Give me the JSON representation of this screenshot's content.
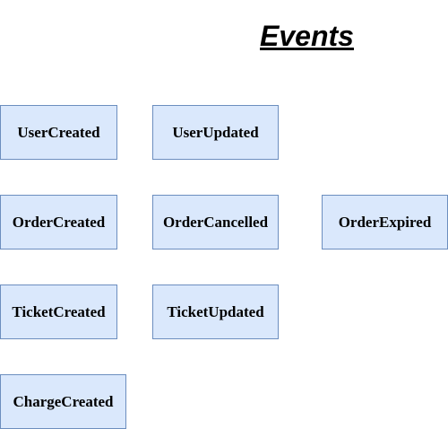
{
  "title": "Events",
  "colors": {
    "box_fill": "#dae8fc",
    "box_border": "#6c8ebf",
    "text": "#000000"
  },
  "events": [
    "UserCreated",
    "UserUpdated",
    "OrderCreated",
    "OrderCancelled",
    "OrderExpired",
    "TicketCreated",
    "TicketUpdated",
    "ChargeCreated"
  ]
}
